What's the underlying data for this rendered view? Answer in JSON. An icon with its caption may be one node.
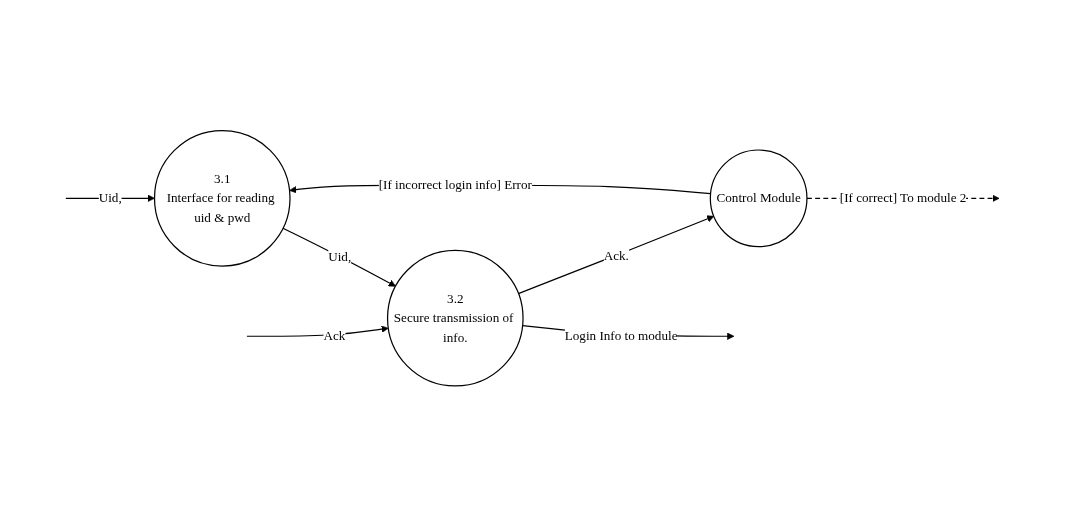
{
  "diagram": {
    "nodes": [
      {
        "text": [
          "3.1",
          "Interface for reading uid & pwd"
        ]
      },
      {
        "text": [
          "3.2",
          "Secure transmission of info."
        ]
      },
      {
        "text": [
          "Control Module"
        ]
      }
    ],
    "edges": [
      {
        "from": null,
        "to": 0,
        "arrow": "to",
        "label": "Uid,"
      },
      {
        "from": 0,
        "to": 1,
        "arrow": "to",
        "label": "Uid,"
      },
      {
        "from": 1,
        "to": null,
        "arrow": "to",
        "label": "Login Info to module"
      },
      {
        "from": null,
        "to": 1,
        "arrow": "to",
        "label": "Ack"
      },
      {
        "from": 1,
        "to": 2,
        "arrow": "to",
        "label": "Ack."
      },
      {
        "from": 2,
        "to": 0,
        "arrow": "to",
        "label": "[If incorrect login info] Error"
      },
      {
        "from": 2,
        "to": null,
        "arrow": "to",
        "label": "[If correct] To module 2",
        "style": "dashed"
      }
    ]
  }
}
